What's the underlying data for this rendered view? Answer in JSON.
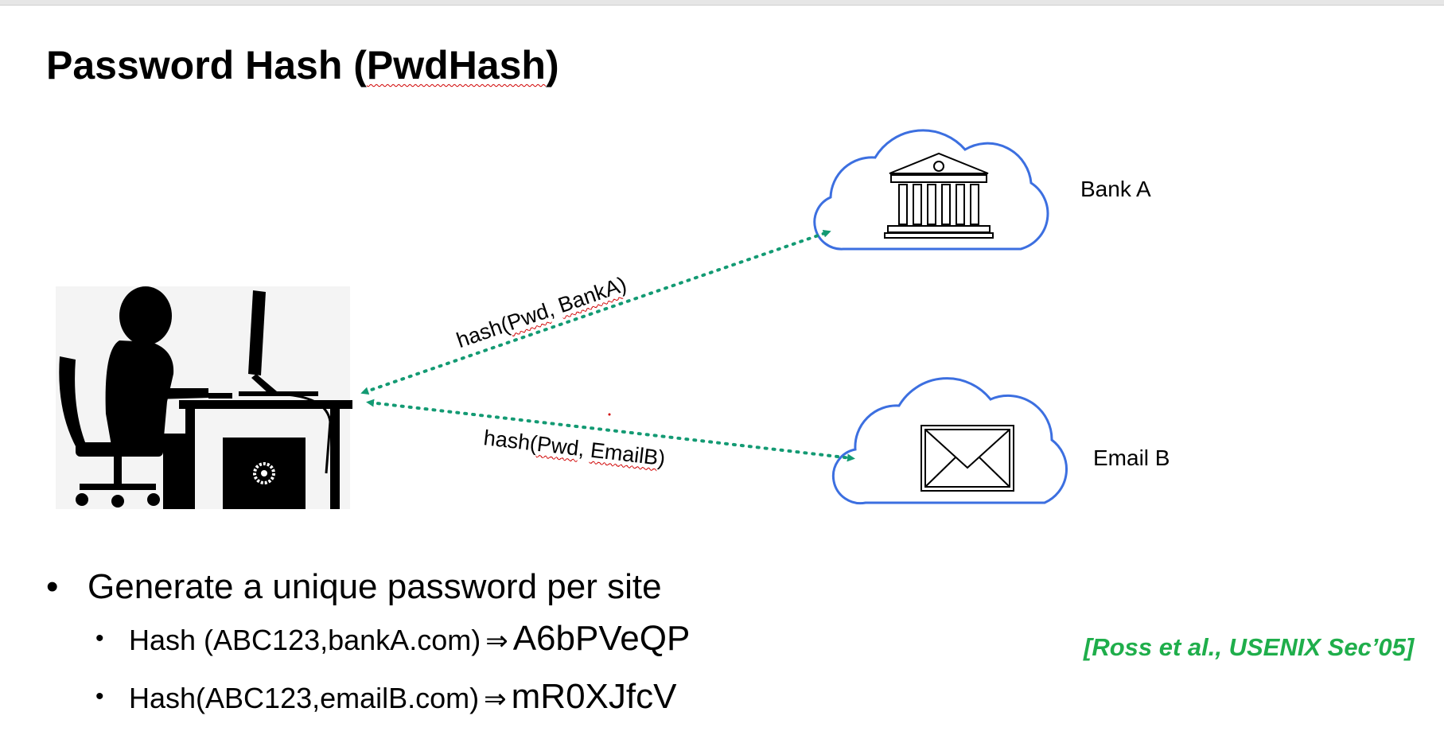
{
  "slide": {
    "title_prefix": "Password Hash (",
    "title_term": "PwdHash",
    "title_suffix": ")"
  },
  "diagram": {
    "nodes": {
      "user": {
        "icon": "person-at-desk-icon"
      },
      "bank": {
        "label": "Bank A",
        "icon": "bank-building-icon"
      },
      "email": {
        "label": "Email B",
        "icon": "envelope-icon"
      }
    },
    "edges": {
      "bank": {
        "prefix": "hash(",
        "term1": "Pwd",
        "middle": ", ",
        "term2": "BankA",
        "suffix": ")"
      },
      "email": {
        "prefix": "hash(",
        "term1": "Pwd",
        "middle": ", ",
        "term2": "EmailB",
        "suffix": ")"
      }
    }
  },
  "bullets": {
    "main": "Generate a unique password per site",
    "sub": [
      {
        "input": "Hash (ABC123,bankA.com)",
        "arrow": "⇒",
        "output": "A6bPVeQP"
      },
      {
        "input": "Hash(ABC123,emailB.com)",
        "arrow": "⇒",
        "output": "mR0XJfcV"
      }
    ]
  },
  "citation": "[Ross et al., USENIX Sec’05]",
  "colors": {
    "cloud_stroke": "#3c6fe0",
    "arrow": "#139a73",
    "citation": "#1fae4b",
    "spellcheck": "#d00000"
  }
}
